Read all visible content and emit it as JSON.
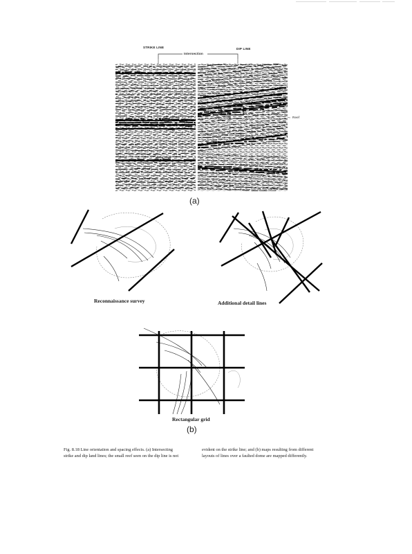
{
  "seismic": {
    "strike_label": "STRIKE LINE",
    "intersection_label": "Intersection",
    "dip_label": "DIP LINE",
    "reef_label": "Reef",
    "panel_label": "(a)"
  },
  "maps": {
    "reconnaissance_label": "Reconnaissance survey",
    "additional_label": "Additional detail lines",
    "grid_label": "Rectangular grid",
    "panel_label": "(b)"
  },
  "caption": {
    "left_lines": [
      "Fig. 8.18   Line orientation and spacing effects. (a) Intersecting",
      "strike and dip land lines; the small reef seen on the dip line is not"
    ],
    "right_lines": [
      "evident on the strike line; and (b) maps resulting from different",
      "layouts of lines over a faulted dome are mapped differently."
    ]
  }
}
